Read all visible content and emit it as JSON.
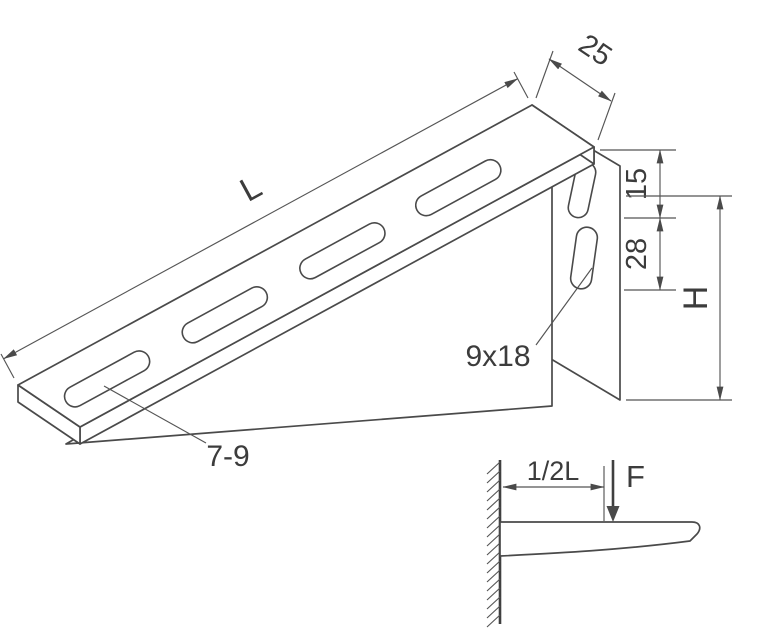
{
  "drawing": {
    "type": "technical-drawing",
    "subject": "wall-mounted cantilever bracket",
    "background_color": "#ffffff",
    "line_color": "#4a4a4a"
  },
  "main_view": {
    "dim_length": "L",
    "dim_depth": "25",
    "dim_hole_offset": "15",
    "dim_hole_spacing": "28",
    "dim_height": "H",
    "label_plate_slot": "9x18",
    "label_arm_slot": "7-9"
  },
  "side_view": {
    "dim_load_position": "1/2L",
    "label_force": "F"
  }
}
